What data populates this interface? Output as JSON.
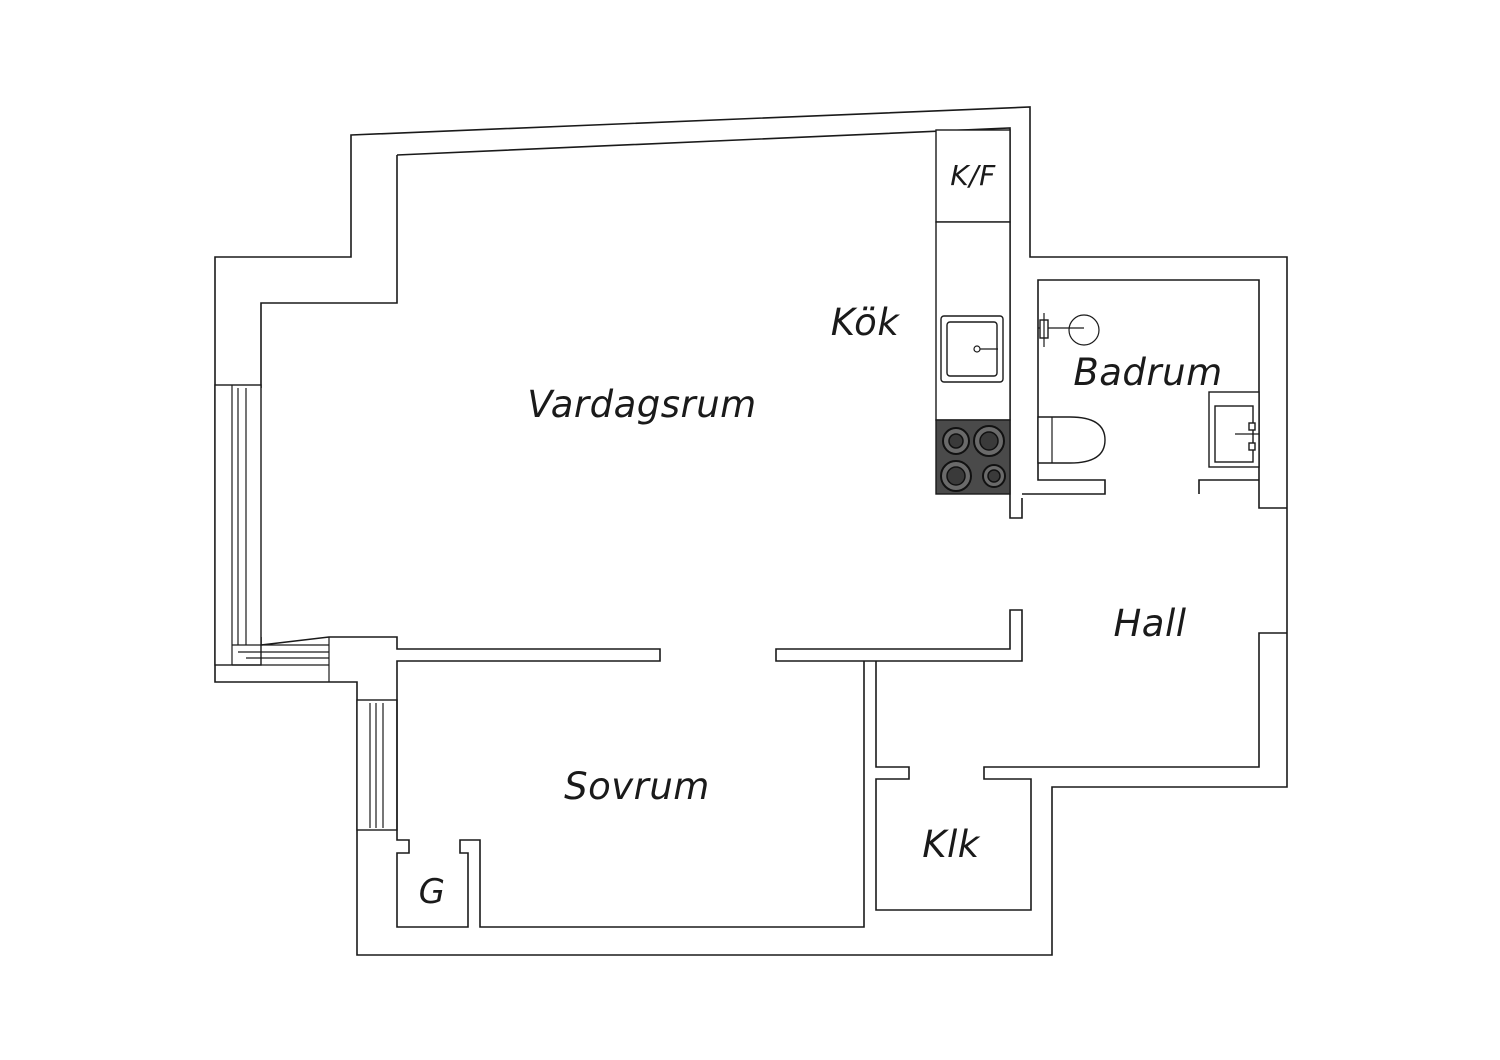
{
  "rooms": {
    "vardagsrum": "Vardagsrum",
    "kok": "Kök",
    "kf": "K/F",
    "badrum": "Badrum",
    "hall": "Hall",
    "sovrum": "Sovrum",
    "klk": "Klk",
    "g": "G"
  },
  "icons": {
    "sink": "kitchen-sink-icon",
    "stove": "stove-icon",
    "shower": "shower-icon",
    "toilet": "toilet-icon",
    "basin": "washbasin-icon"
  },
  "colors": {
    "stroke": "#1a1a1a",
    "stove": "#4a4a4a",
    "background": "#ffffff"
  }
}
